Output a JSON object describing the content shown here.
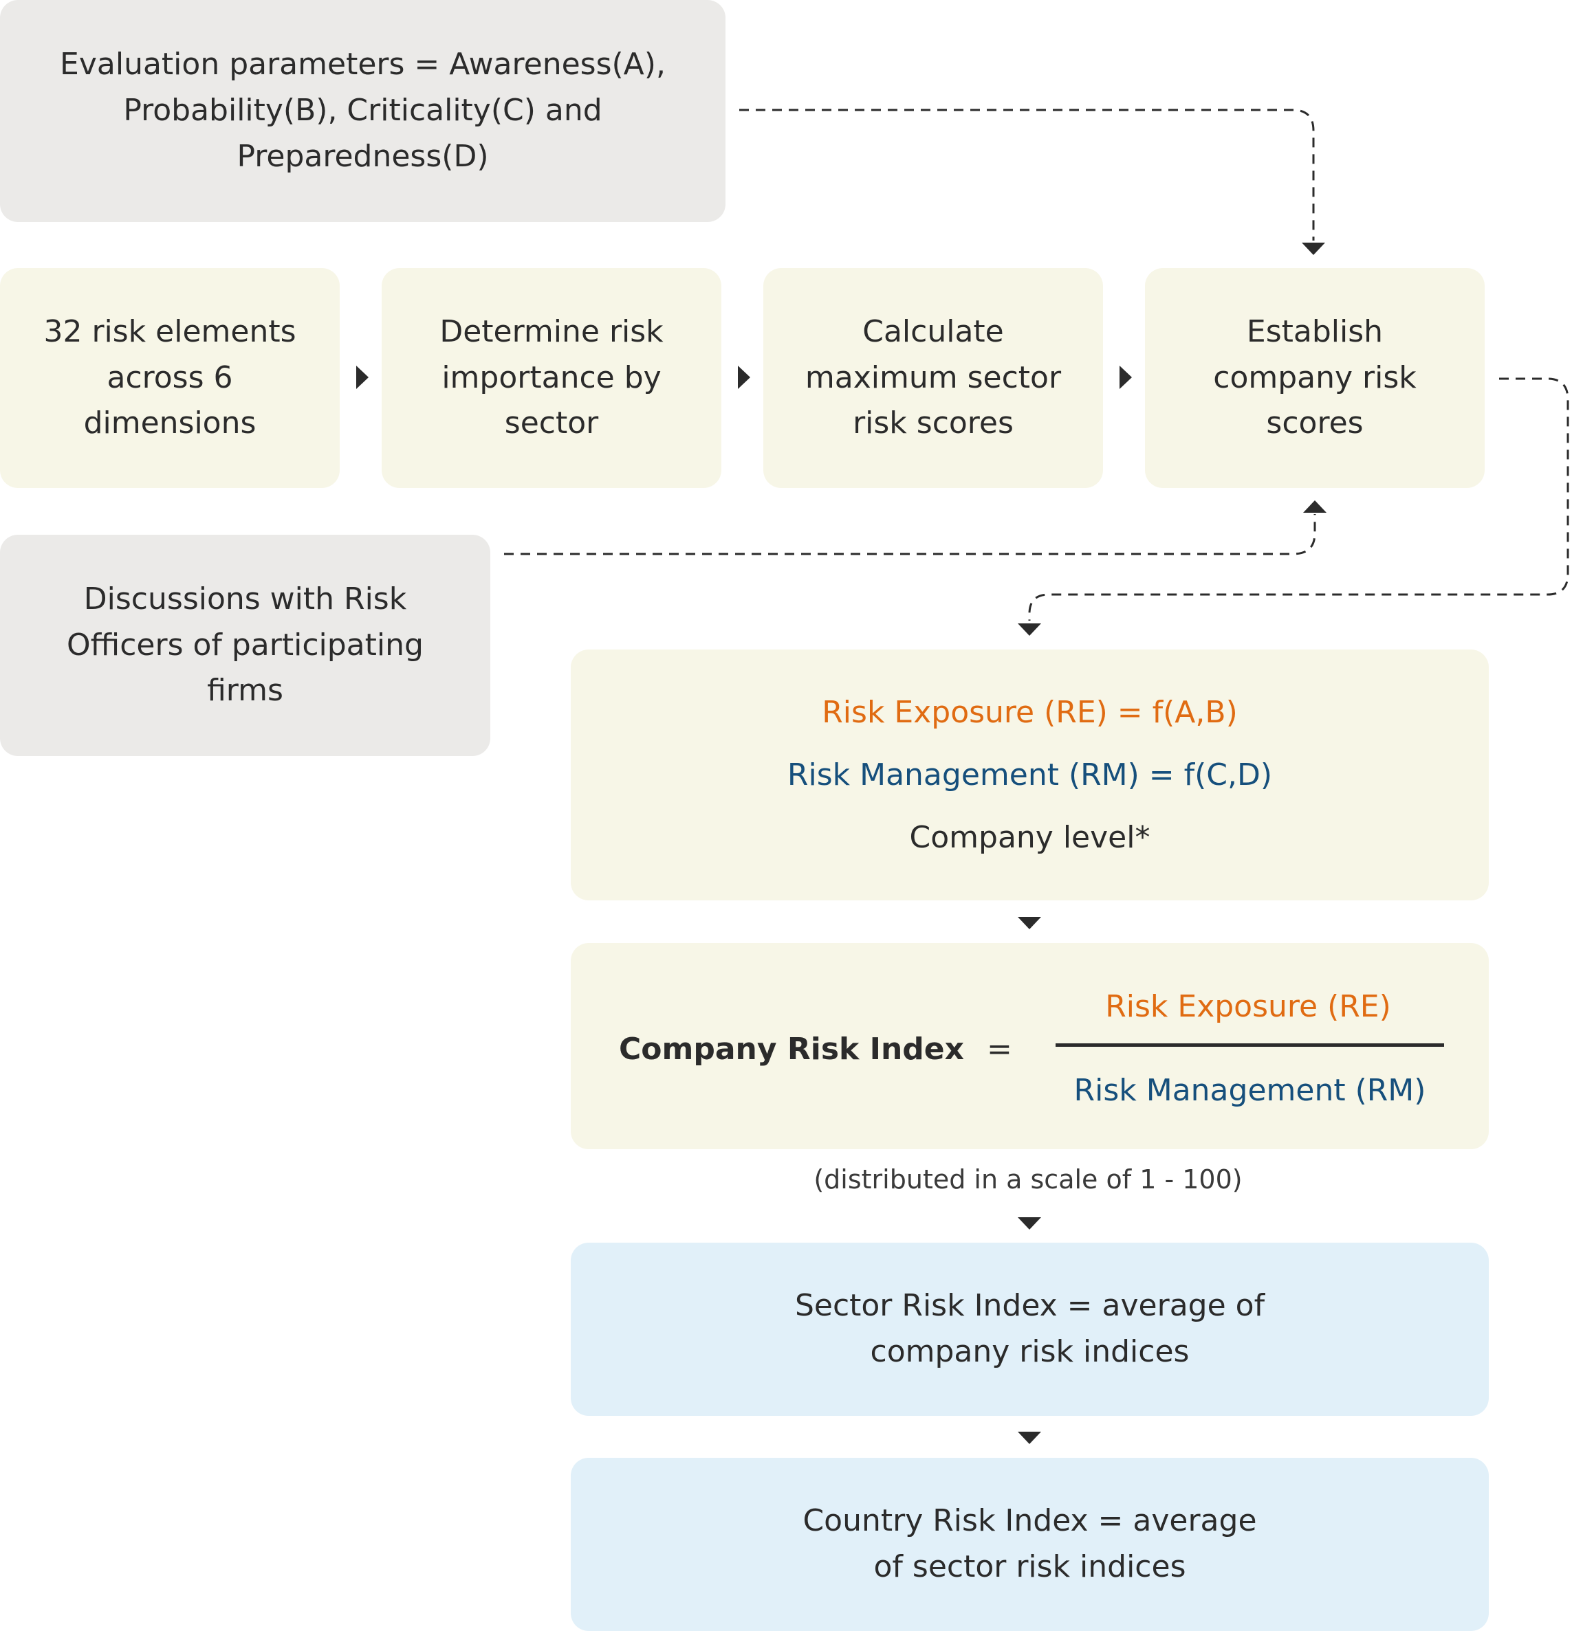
{
  "boxes": {
    "evaluation": "Evaluation parameters = Awareness(A), Probability(B), Criticality(C) and Preparedness(D)",
    "elements": "32 risk elements across 6 dimensions",
    "importance": "Determine risk importance by sector",
    "maximum": "Calculate maximum sector risk scores",
    "establish": "Establish company risk scores",
    "discussions": "Discussions with Risk Officers of participating firms"
  },
  "formulas": {
    "risk_exposure": "Risk Exposure (RE) = f(A,B)",
    "risk_management": "Risk Management (RM) = f(C,D)",
    "company_level": "Company level*"
  },
  "index": {
    "label": "Company Risk Index",
    "equals": "=",
    "numerator": "Risk Exposure (RE)",
    "denominator": "Risk Management (RM)",
    "scale_note": "(distributed in a scale of 1 - 100)"
  },
  "sector_index": "Sector Risk Index = average of company risk indices",
  "country_index": "Country Risk Index = average of sector risk indices",
  "colors": {
    "gray_box": "#ebeae8",
    "cream_box": "#f7f6e7",
    "blue_box": "#e1f0f9",
    "orange_text": "#e06b12",
    "navy_text": "#164f7c",
    "arrow": "#2b2b2b"
  }
}
